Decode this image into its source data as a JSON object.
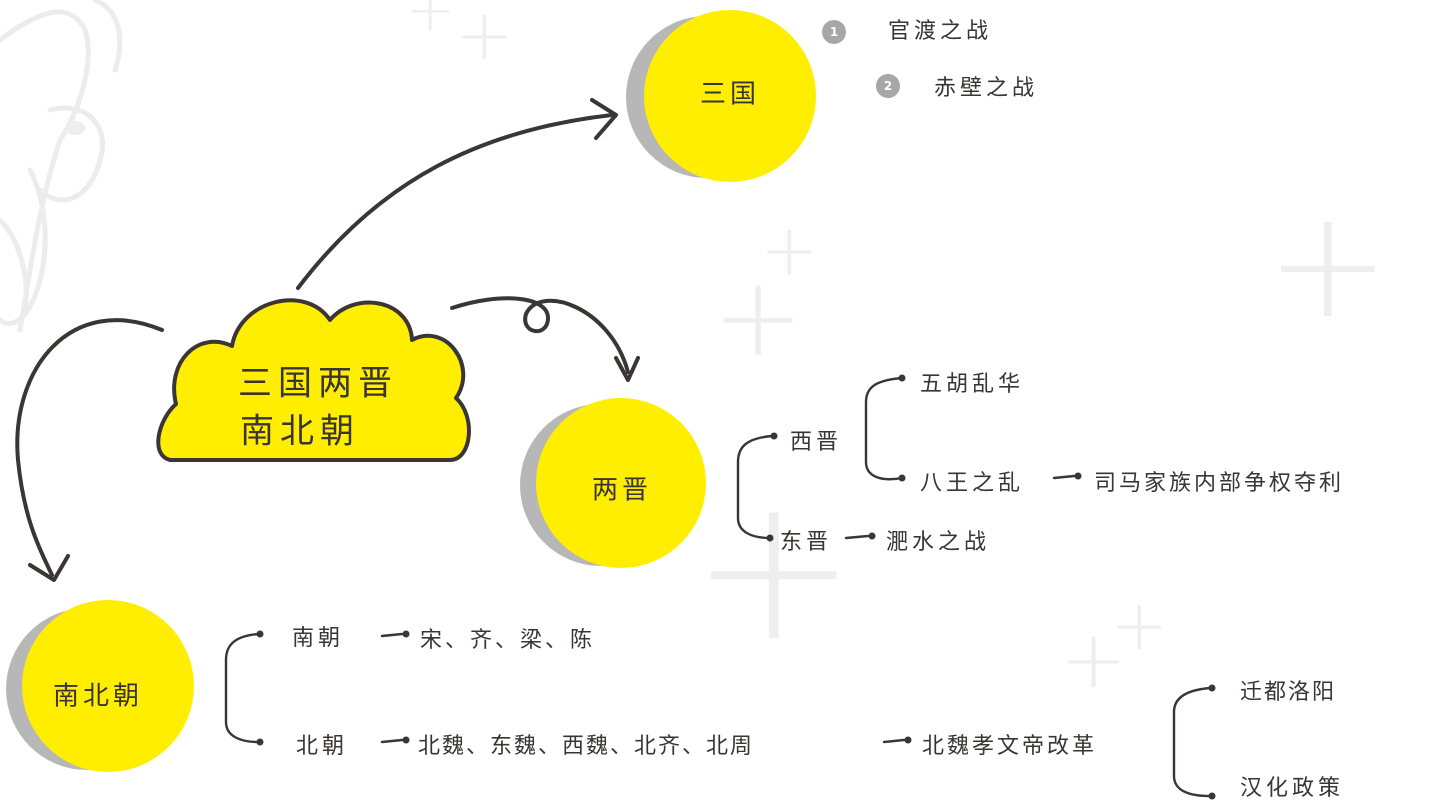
{
  "colors": {
    "yellow": "#ffee00",
    "shadow": "#b8b7b8",
    "ink": "#3b3535",
    "badge": "#a7a7a7"
  },
  "central": {
    "line1": "三国两晋",
    "line2": "南北朝"
  },
  "sanguo": {
    "title": "三国",
    "items": [
      {
        "num": "1",
        "text": "官渡之战"
      },
      {
        "num": "2",
        "text": "赤壁之战"
      }
    ]
  },
  "liangjin": {
    "title": "两晋",
    "xijin": "西晋",
    "xijin_children": [
      "五胡乱华",
      "八王之乱"
    ],
    "bawang_detail": "司马家族内部争权夺利",
    "dongjin": "东晋",
    "dongjin_detail": "淝水之战"
  },
  "nanbeichao": {
    "title": "南北朝",
    "nanchao": "南朝",
    "nanchao_detail": "宋、齐、梁、陈",
    "beichao": "北朝",
    "beichao_detail": "北魏、东魏、西魏、北齐、北周",
    "reform": "北魏孝文帝改革",
    "reform_items": [
      "迁都洛阳",
      "汉化政策"
    ]
  }
}
